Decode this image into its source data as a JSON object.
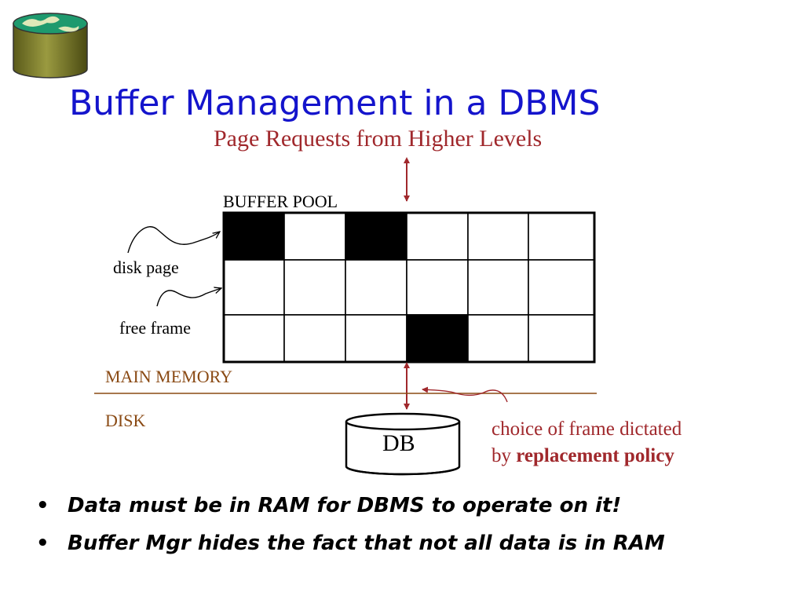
{
  "slide": {
    "title": "Buffer Management in a DBMS",
    "page_requests_label": "Page Requests from Higher Levels",
    "buffer_pool_label": "BUFFER POOL",
    "disk_page_label": "disk page",
    "free_frame_label": "free frame",
    "main_memory_label": "MAIN MEMORY",
    "disk_label": "DISK",
    "db_label": "DB",
    "choice_text": "choice of frame dictated",
    "choice_by": "by",
    "choice_policy": "replacement policy",
    "bullet_glyph": "•",
    "bullets": [
      "Data must be in RAM for DBMS to operate on it!",
      "Buffer Mgr hides the fact that not all data is in RAM"
    ]
  },
  "buffer_pool": {
    "rows": 3,
    "cols": 6,
    "occupied_frames": [
      [
        0,
        0
      ],
      [
        0,
        2
      ],
      [
        2,
        3
      ]
    ]
  },
  "colors": {
    "title": "#1414cc",
    "accent_red": "#a0282c",
    "memory_brown": "#8a4a14"
  },
  "icons": {
    "logo": "globe-disk-icon"
  }
}
